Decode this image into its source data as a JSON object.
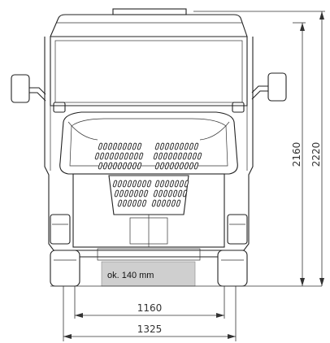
{
  "drawing": {
    "title": "",
    "dimensions": {
      "height_inner": "2160",
      "height_total": "2220",
      "track_width": "1160",
      "overall_width": "1325",
      "ground_clearance": "ok. 140 mm"
    }
  }
}
